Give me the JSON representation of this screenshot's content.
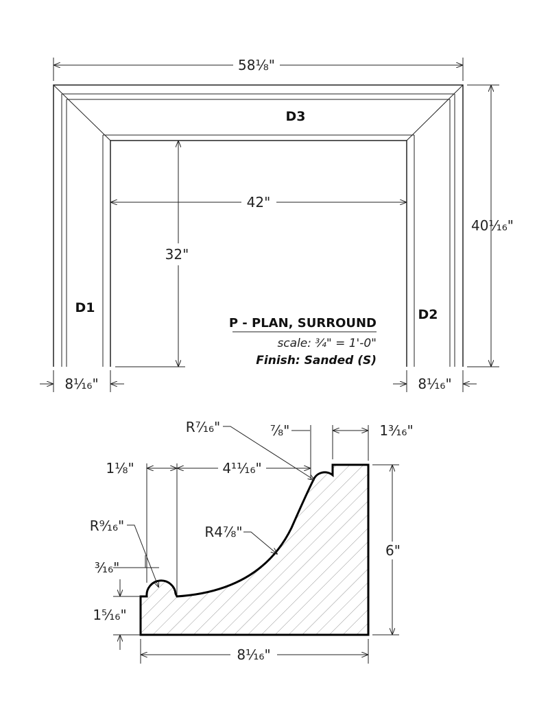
{
  "plan": {
    "overall_width": "58⅛\"",
    "overall_height": "40¹⁄₁₆\"",
    "opening_width": "42\"",
    "opening_height": "32\"",
    "left_leg_width": "8¹⁄₁₆\"",
    "right_leg_width": "8¹⁄₁₆\"",
    "part_top": "D3",
    "part_left": "D1",
    "part_right": "D2",
    "title": "P - PLAN, SURROUND",
    "scale": "scale: ¾\" = 1'-0\"",
    "finish": "Finish: Sanded (S)"
  },
  "profile": {
    "r_top": "R⁷⁄₁₆\"",
    "top_step": "⅞\"",
    "top_right": "1³⁄₁₆\"",
    "left_offset": "1⅛\"",
    "cove_width": "4¹¹⁄₁₆\"",
    "r_bead": "R⁹⁄₁₆\"",
    "r_cove": "R4⅞\"",
    "bead_height": "³⁄₁₆\"",
    "base_height": "1⁵⁄₁₆\"",
    "height": "6\"",
    "width": "8¹⁄₁₆\""
  }
}
